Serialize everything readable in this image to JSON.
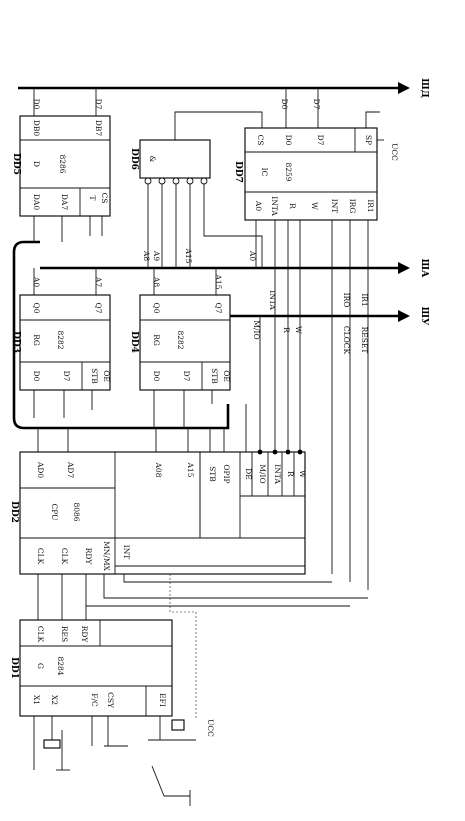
{
  "blocks": {
    "dd1": {
      "name": "DD1",
      "pins_left": [
        "X1",
        "X2",
        "F/C",
        "CSY"
      ],
      "pins_right": [
        "CLK",
        "RES",
        "RDY"
      ],
      "center": [
        "G",
        "8284"
      ],
      "aux": "EFI"
    },
    "dd2": {
      "name": "DD2",
      "pins_left": [
        "CLK",
        "CLK",
        "RDY",
        "MN/MX"
      ],
      "center": [
        "CPU",
        "8086"
      ],
      "int": "INT",
      "pins_right": [
        "AD0",
        "AD7",
        "A08",
        "A15",
        "STB",
        "OPIP",
        "DE",
        "M/IO",
        "INTA",
        "R",
        "W"
      ]
    },
    "dd3": {
      "name": "DD3",
      "pins": [
        "D0",
        "D7",
        "Q0",
        "Q7"
      ],
      "center": [
        "RG",
        "8282"
      ],
      "ctl": [
        "STB",
        "OE"
      ]
    },
    "dd4": {
      "name": "DD4",
      "pins": [
        "D0",
        "D7",
        "Q0",
        "Q7"
      ],
      "center": [
        "RG",
        "8282"
      ],
      "ctl": [
        "STB",
        "OE"
      ]
    },
    "dd5": {
      "name": "DD5",
      "pins": [
        "DA0",
        "DA7",
        "DB0",
        "DB7"
      ],
      "center": [
        "D",
        "8286"
      ],
      "ctl": [
        "T",
        "CS"
      ]
    },
    "dd6": {
      "name": "DD6",
      "center": "&",
      "inputs": [
        "A8",
        "A9",
        "A15"
      ]
    },
    "dd7": {
      "name": "DD7",
      "center": [
        "IC",
        "8259"
      ],
      "pins": [
        "CS",
        "D0",
        "D7",
        "SP",
        "A0",
        "INTA",
        "R",
        "W",
        "INT",
        "IRG",
        "IR1"
      ]
    }
  },
  "buses": {
    "data": "ШД",
    "address": "ША",
    "control": "ШУ"
  },
  "bus_labels": [
    "D0",
    "D7",
    "A0",
    "A7",
    "A8",
    "A15",
    "D0",
    "D7",
    "A0",
    "M/IO",
    "R",
    "W",
    "INTA",
    "IRO",
    "IR1"
  ],
  "signals": [
    "CLOCK",
    "RESET",
    "UCC",
    "UCC"
  ]
}
